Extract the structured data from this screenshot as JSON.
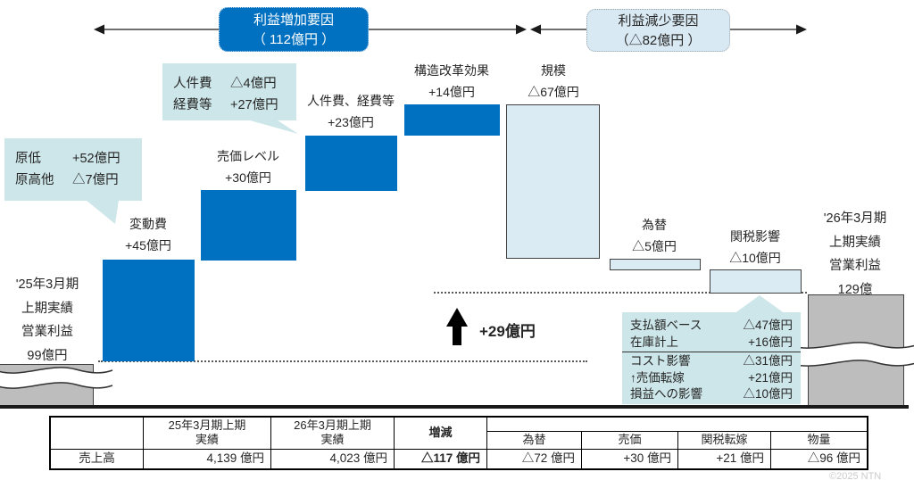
{
  "header": {
    "increase_box": {
      "title": "利益増加要因",
      "amount": "（ 112億円 ）"
    },
    "decrease_box": {
      "title": "利益減少要因",
      "amount": "（△82億円 ）"
    }
  },
  "chart_data": [
    {
      "type": "bar",
      "subtype": "waterfall",
      "unit": "億円",
      "start": {
        "label_lines": [
          "'25年3月期",
          "上期実績",
          "営業利益",
          "99億円"
        ],
        "value": 99
      },
      "end": {
        "label_lines": [
          "'26年3月期",
          "上期実績",
          "営業利益",
          "129億"
        ],
        "value": 129
      },
      "bars": [
        {
          "name": "変動費",
          "delta_label": "+45億円",
          "value": 45
        },
        {
          "name": "売価レベル",
          "delta_label": "+30億円",
          "value": 30
        },
        {
          "name": "人件費、経費等",
          "delta_label": "+23億円",
          "value": 23
        },
        {
          "name": "構造改革効果",
          "delta_label": "+14億円",
          "value": 14
        },
        {
          "name": "規模",
          "delta_label": "△67億円",
          "value": -67
        },
        {
          "name": "為替",
          "delta_label": "△5億円",
          "value": -5
        },
        {
          "name": "関税影響",
          "delta_label": "△10億円",
          "value": -10
        }
      ],
      "groups": [
        {
          "label": "利益増加要因",
          "amount_label": "（ 112億円 ）",
          "value": 112
        },
        {
          "label": "利益減少要因",
          "amount_label": "（△82億円 ）",
          "value": -82
        }
      ],
      "net_change_label": "+29億円",
      "callouts": {
        "cost": {
          "rows": [
            {
              "term": "原低",
              "value": "+52億円"
            },
            {
              "term": "原高他",
              "value": "△7億円"
            }
          ]
        },
        "expense": {
          "rows": [
            {
              "term": "人件費",
              "value": "△4億円"
            },
            {
              "term": "経費等",
              "value": "+27億円"
            }
          ]
        },
        "tariff": {
          "upper_rows": [
            {
              "term": "支払額ベース",
              "value": "△47億円"
            },
            {
              "term": "在庫計上",
              "value": "+16億円"
            }
          ],
          "lower_rows": [
            {
              "term": "コスト影響",
              "value": "△31億円"
            },
            {
              "term": "↑売価転嫁",
              "value": "+21億円"
            },
            {
              "term": "損益への影響",
              "value": "△10億円"
            }
          ]
        }
      }
    },
    {
      "type": "table",
      "row_header": "売上高",
      "columns": [
        {
          "header_line1": "25年3月期上期",
          "header_line2": "実績",
          "value": "4,139 億円"
        },
        {
          "header_line1": "26年3月期上期",
          "header_line2": "実績",
          "value": "4,023 億円"
        }
      ],
      "change": {
        "header": "増減",
        "value": "△117 億円"
      },
      "breakdown": [
        {
          "header": "為替",
          "value": "△72 億円"
        },
        {
          "header": "売価",
          "value": "+30 億円"
        },
        {
          "header": "関税転嫁",
          "value": "+21 億円"
        },
        {
          "header": "物量",
          "value": "△96 億円"
        }
      ]
    }
  ],
  "footer": {
    "copyright": "©2025 NTN"
  }
}
